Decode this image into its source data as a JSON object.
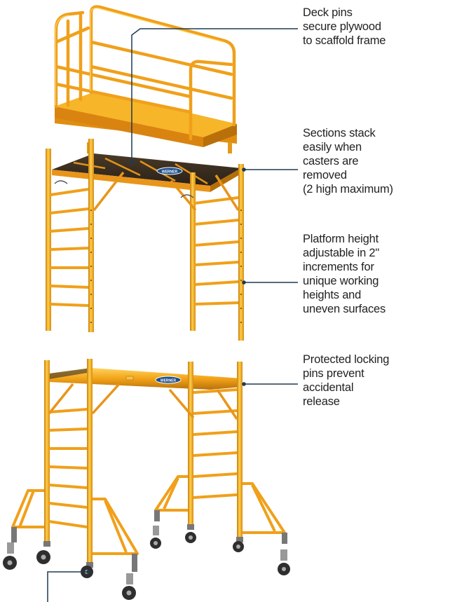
{
  "callouts": [
    {
      "lines": [
        "Deck pins",
        "secure plywood",
        "to scaffold frame"
      ]
    },
    {
      "lines": [
        "Sections stack",
        "easily when",
        "casters are",
        "removed",
        "(2 high maximum)"
      ]
    },
    {
      "lines": [
        "Platform height",
        "adjustable in 2\"",
        "increments for",
        "unique working",
        "heights and",
        "uneven surfaces"
      ]
    },
    {
      "lines": [
        "Protected locking",
        "pins prevent",
        "accidental",
        "release"
      ]
    }
  ],
  "brand_badge": "WERNER",
  "colors": {
    "frame": "#f2a218",
    "frame_dark": "#c97d0c",
    "frame_light": "#ffd35c",
    "deck": "#3b2f22",
    "leader": "#1f3a52",
    "badge": "#1d4f8a",
    "caster": "#3a3a3a"
  }
}
